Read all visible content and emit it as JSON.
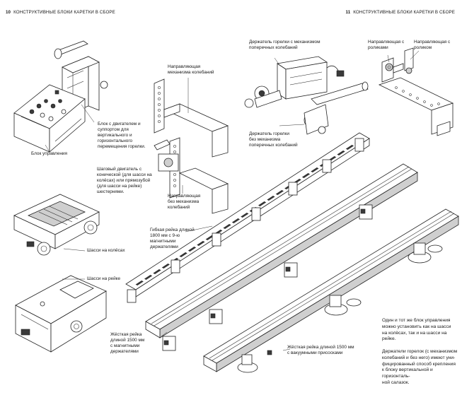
{
  "header": {
    "left_num": "10",
    "left_title": "КОНСТРУКТИВНЫЕ БЛОКИ КАРЕТКИ В СБОРЕ",
    "right_num": "11",
    "right_title": "КОНСТРУКТИВНЫЕ БЛОКИ КАРЕТКИ В СБОРЕ"
  },
  "labels": {
    "motor_block": "Блок с двигателем и\nсуппортом для\nвертикального и\nгоризонтального\nперемещения горелки.",
    "control_block": "Блок управления",
    "oscillation_guide": "Направляющая\nмеханизма колебаний",
    "stepper": "Шаговый двигатель с\nконической (для шасси на\nколёсах) или прямозубой\n(для шасси на рейке)\nшестернями.",
    "guide_no_oscillation": "Направляющая\nбез механизма\nколебаний",
    "wheel_chassis": "Шасси на колёсах",
    "rail_chassis": "Шасси на рейке",
    "torch_holder_osc": "Держатель горелки с механизмом\nпоперечных колебаний",
    "torch_holder_no_osc": "Держатель горелки\nбез механизма\nпоперечных колебаний",
    "guide_rollers": "Направляющая с\nроликами",
    "guide_roller": "Направляющая с\nроликом",
    "flexible_rail": "Гибкая рейка длиной\n1800 мм с 9-ю\nмагнитными\nдержателями",
    "rigid_rail_magnetic": "Жёсткая рейка\nдлиной 1500 мм\nс магнитными\nдержателями",
    "rigid_rail_vacuum": "Жёсткая рейка длиной 1500 мм\nс вакуумными присосками"
  },
  "notes": {
    "note1": "Один и тот же блок управления\nможно установить как на шасси\nна колёсах, так и на шасси на\nрейке.",
    "note2": "Держатели горелок (с механизмом\nколебаний и без него) имеют уни-\nфицированный способ крепления\nк блоку вертикальной и горизонталь-\nной салазок."
  }
}
